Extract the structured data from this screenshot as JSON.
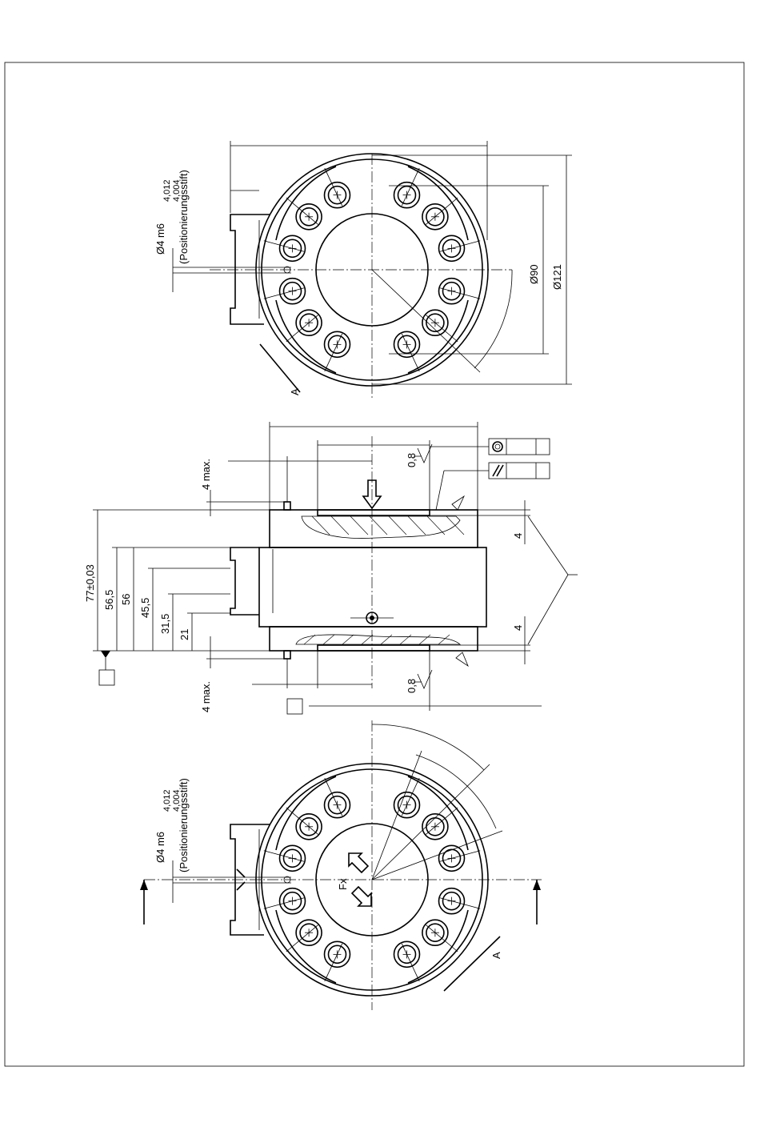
{
  "colors": {
    "line": "#000000",
    "background": "#ffffff"
  },
  "top_view": {
    "pin_label": "Ø4 m6",
    "tol_upper": "4,012",
    "tol_lower": "4,004",
    "pin_note": "(Positionierungsstift)",
    "dia_inner": "Ø90",
    "dia_outer": "Ø121",
    "section_label": "A"
  },
  "side_view": {
    "max_top": "4 max.",
    "max_bottom": "4 max.",
    "height_total": "77±0,03",
    "h1": "56,5",
    "h2": "56",
    "h3": "45,5",
    "h4": "31,5",
    "h5": "21",
    "roughness_top": "0,8",
    "roughness_bottom": "0,8",
    "gap_top": "4",
    "gap_bottom": "4",
    "tol_concentric": "◎",
    "tol_parallel": "//"
  },
  "bottom_view": {
    "pin_label": "Ø4 m6",
    "tol_upper": "4,012",
    "tol_lower": "4,004",
    "pin_note": "(Positionierungsstift)",
    "force_label": "Fx",
    "section_label": "A"
  }
}
